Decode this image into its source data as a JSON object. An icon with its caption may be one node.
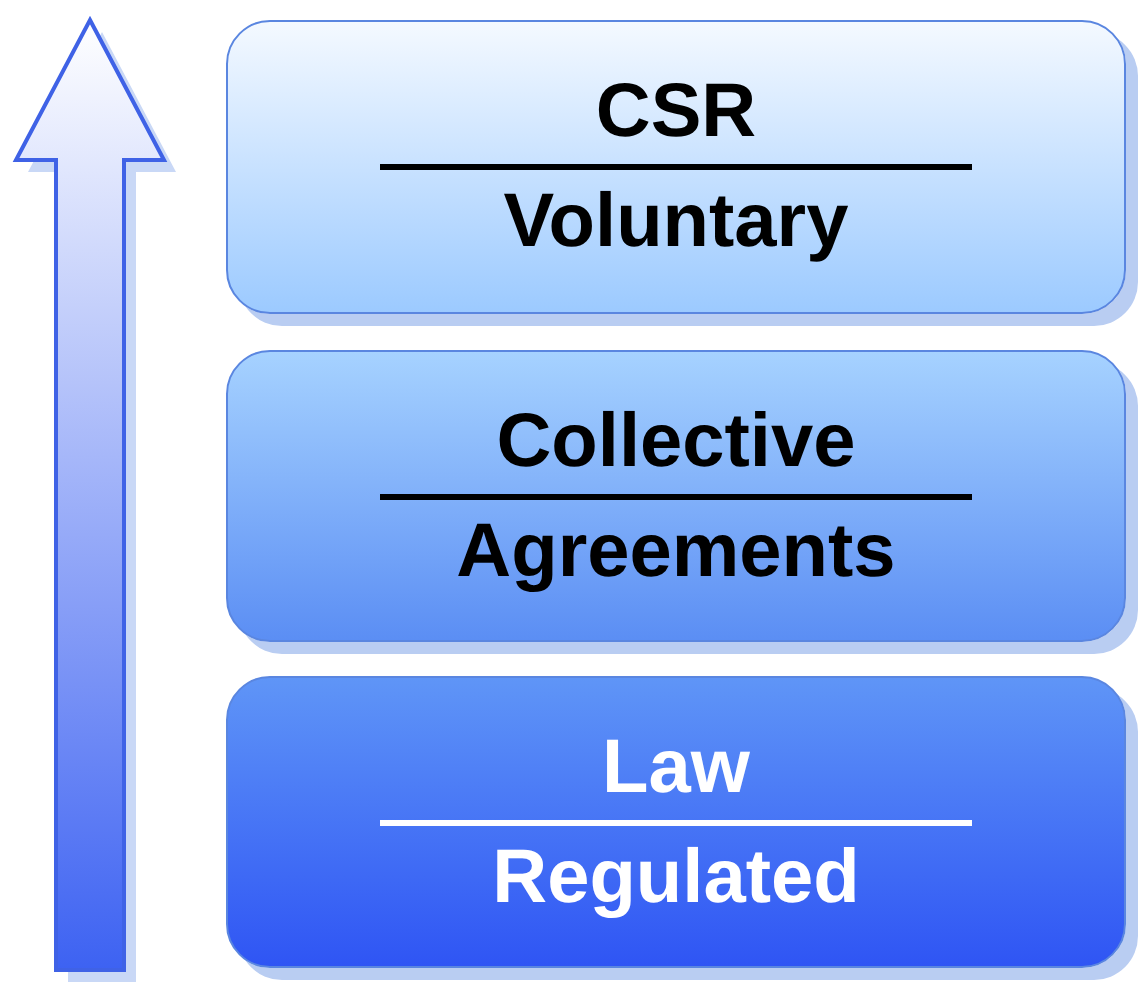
{
  "diagram": {
    "nodes": [
      {
        "text": [
          "CSR",
          "Voluntary"
        ]
      },
      {
        "text": [
          "Collective",
          "Agreements"
        ]
      },
      {
        "text": [
          "Law",
          "Regulated"
        ]
      }
    ]
  }
}
